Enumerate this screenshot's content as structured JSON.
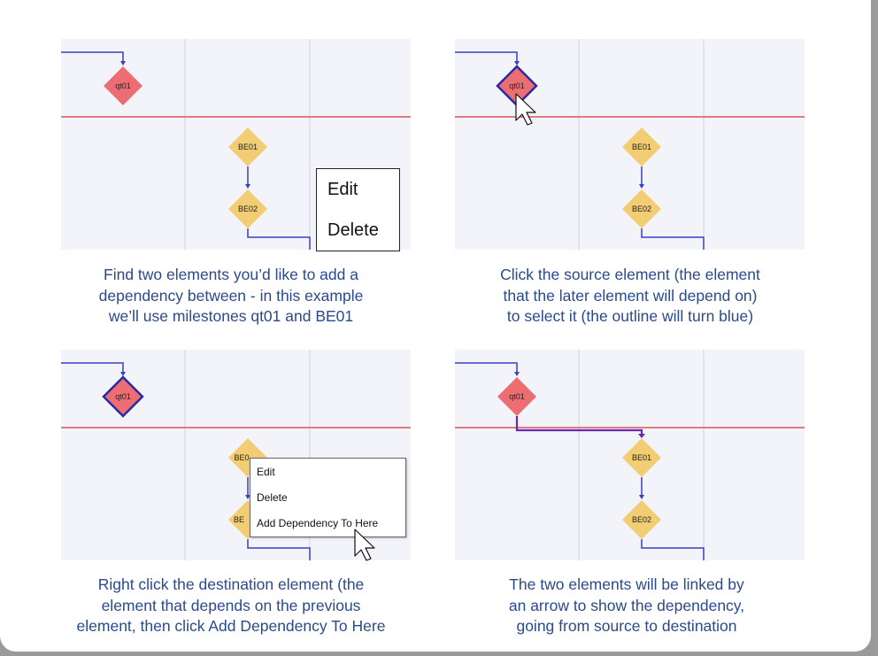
{
  "milestones": {
    "qt01": "qt01",
    "be01": "BE01",
    "be02": "BE02",
    "be01_partial": "BE0",
    "be02_partial": "BE"
  },
  "context_menu_1": {
    "edit": "Edit",
    "delete": "Delete"
  },
  "context_menu_3": {
    "edit": "Edit",
    "delete": "Delete",
    "add_dependency": "Add Dependency To Here"
  },
  "captions": {
    "step1": [
      "Find two elements you’d like to add a",
      "dependency between - in this example",
      "we’ll use milestones qt01 and BE01"
    ],
    "step2": [
      "Click the source element (the element",
      "that the later element will depend on)",
      "to select it (the outline will turn blue)"
    ],
    "step3": [
      "Right click the destination element (the",
      "element that depends on the previous",
      "element, then click Add Dependency To Here"
    ],
    "step4": [
      "The two elements will be linked by",
      "an arrow to show the dependency,",
      "going from source to destination"
    ]
  },
  "colors": {
    "panel_bg": "#f3f3fa",
    "gridline": "#d2d2e0",
    "today_line": "#e07a82",
    "qt01_fill": "#ec6e72",
    "be_fill": "#f3cd74",
    "connector": "#3a3ec0",
    "selected_outline": "#2a2aa0",
    "new_dependency": "#6a2aa8",
    "caption_text": "#2a4a8c"
  },
  "icons": {
    "cursor": "mouse-pointer-icon"
  }
}
